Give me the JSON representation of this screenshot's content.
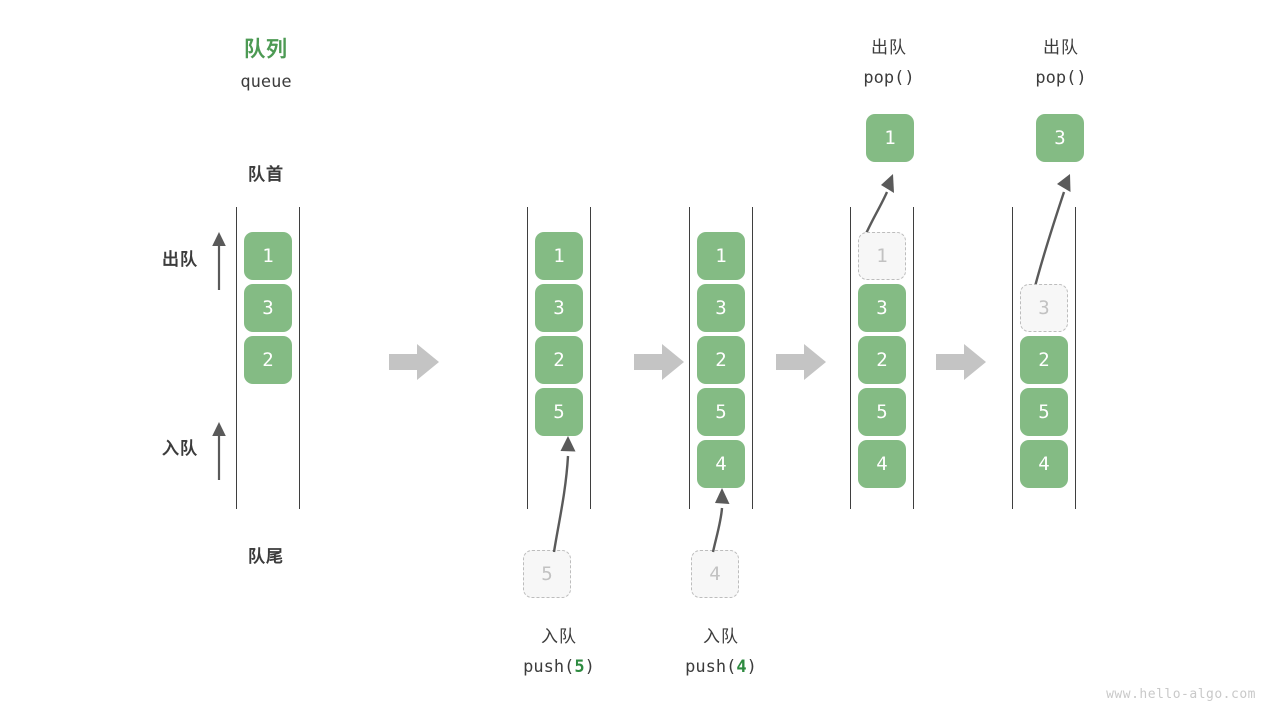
{
  "diagram": {
    "title_cn": "队列",
    "title_en": "queue",
    "front_label": "队首",
    "rear_label": "队尾",
    "dequeue_side_label": "出队",
    "enqueue_side_label": "入队",
    "watermark": "www.hello-algo.com",
    "accent_green": "#4d9a54",
    "cell_green": "#84bb84",
    "ghost_gray": "#c2c2c2",
    "arrow_gray": "#c4c4c4",
    "text_gray": "#3c3c3c"
  },
  "columns": [
    {
      "id": "initial",
      "caption_cn": "",
      "caption_code": "",
      "cells": [
        "1",
        "3",
        "2"
      ],
      "ghost_index": null
    },
    {
      "id": "push-5",
      "caption_cn": "入队",
      "caption_code_prefix": "push(",
      "caption_code_arg": "5",
      "caption_code_suffix": ")",
      "cells": [
        "1",
        "3",
        "2",
        "5"
      ],
      "incoming_value": "5"
    },
    {
      "id": "push-4",
      "caption_cn": "入队",
      "caption_code_prefix": "push(",
      "caption_code_arg": "4",
      "caption_code_suffix": ")",
      "cells": [
        "1",
        "3",
        "2",
        "5",
        "4"
      ],
      "incoming_value": "4"
    },
    {
      "id": "pop-1",
      "header_cn": "出队",
      "header_code": "pop()",
      "popped_value": "1",
      "cells": [
        "1",
        "3",
        "2",
        "5",
        "4"
      ],
      "ghost_index": 0
    },
    {
      "id": "pop-3",
      "header_cn": "出队",
      "header_code": "pop()",
      "popped_value": "3",
      "cells": [
        "3",
        "2",
        "5",
        "4"
      ],
      "ghost_index": 0
    }
  ],
  "icons": {
    "step_arrow": "right-arrow-icon",
    "flow_arrow": "curved-arrow-icon",
    "direction_arrow": "up-arrow-icon"
  }
}
